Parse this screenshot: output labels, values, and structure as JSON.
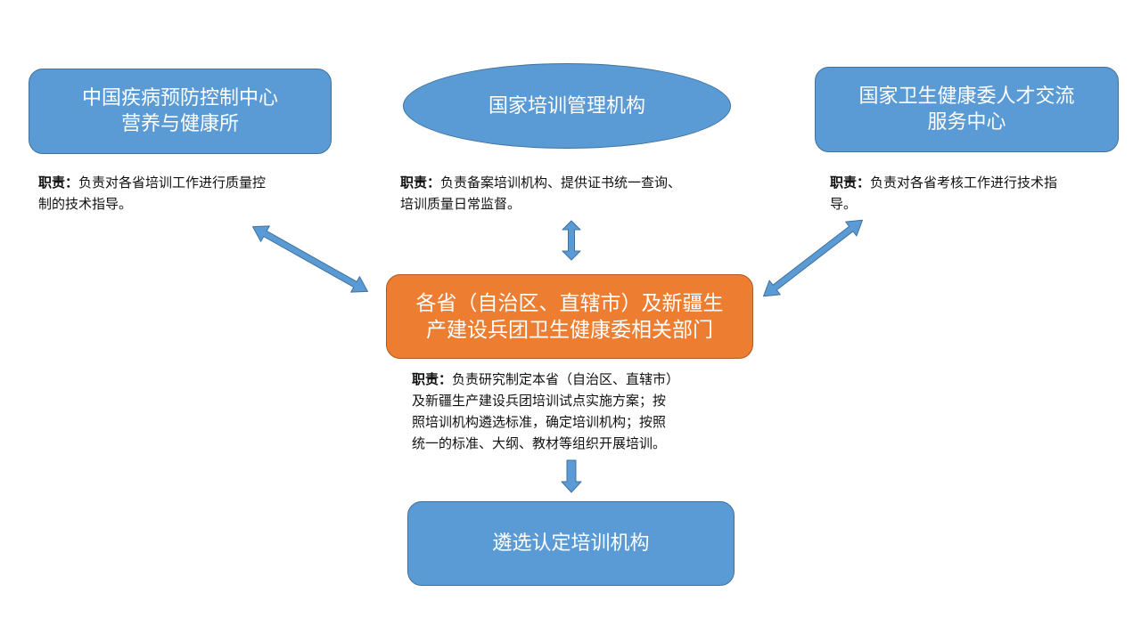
{
  "nodes": {
    "cdc": {
      "line1": "中国疾病预防控制中心",
      "line2": "营养与健康所"
    },
    "national_training": {
      "line1": "国家培训管理机构"
    },
    "nhc_talent": {
      "line1": "国家卫生健康委人才交流",
      "line2": "服务中心"
    },
    "provinces": {
      "line1": "各省（自治区、直辖市）及新疆生",
      "line2": "产建设兵团卫生健康委相关部门"
    },
    "select_institutions": {
      "line1": "遴选认定培训机构"
    }
  },
  "duties": {
    "label": "职责：",
    "cdc": [
      "负责对各省培训工作进行质量控",
      "制的技术指导。"
    ],
    "national_training": [
      "负责备案培训机构、提供证书统一查询、",
      "培训质量日常监督。"
    ],
    "nhc_talent": [
      "负责对各省考核工作进行技术指",
      "导。"
    ],
    "provinces": [
      "负责研究制定本省（自治区、直辖市）",
      "及新疆生产建设兵团培训试点实施方案；按",
      "照培训机构遴选标准，确定培训机构；按照",
      "统一的标准、大纲、教材等组织开展培训。"
    ]
  },
  "colors": {
    "blue": "#5b9bd5",
    "orange": "#ed7d31"
  }
}
